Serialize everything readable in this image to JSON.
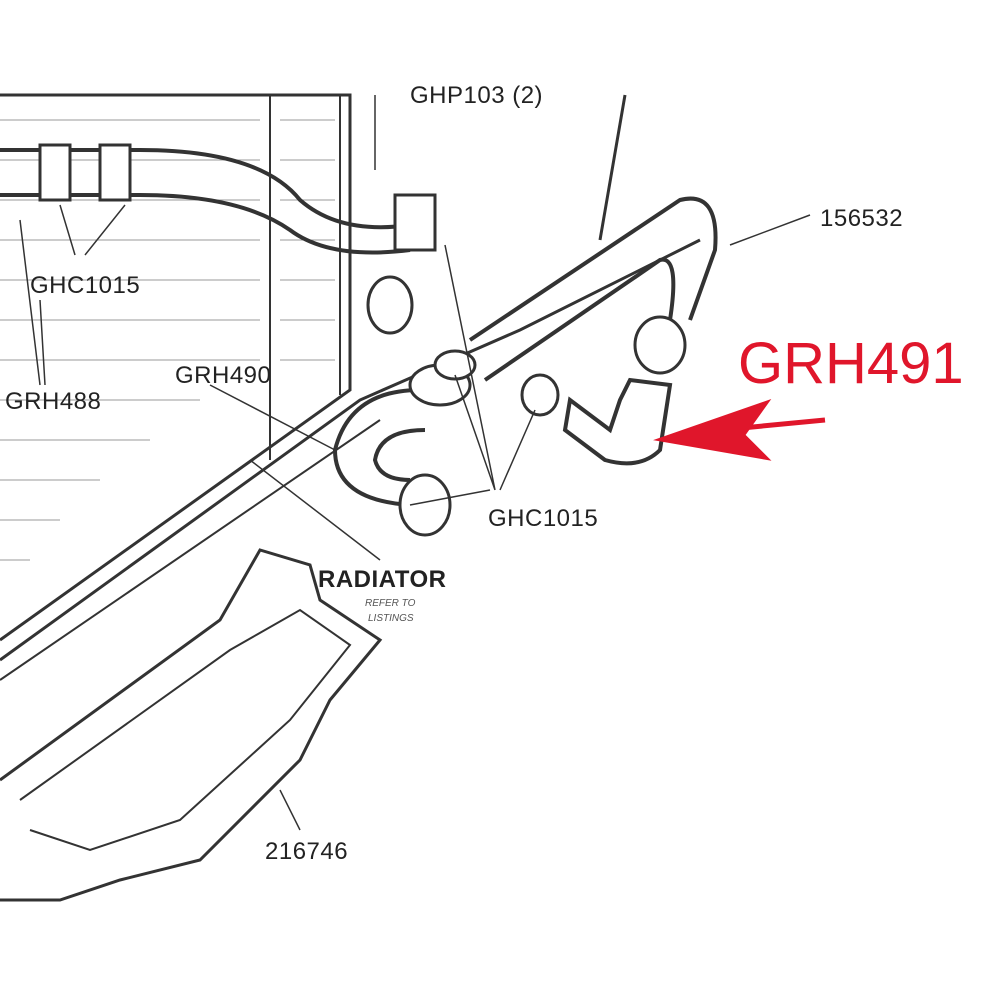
{
  "labels": {
    "top_part": "GHP103 (2)",
    "ghc1015_left": "GHC1015",
    "grh488": "GRH488",
    "grh490": "GRH490",
    "p156532": "156532",
    "ghc1015_center": "GHC1015",
    "radiator": "RADIATOR",
    "radiator_note_1": "REFER TO",
    "radiator_note_2": "LISTINGS",
    "p216746": "216746"
  },
  "highlight": {
    "part": "GRH491",
    "color": "#e0162b"
  }
}
